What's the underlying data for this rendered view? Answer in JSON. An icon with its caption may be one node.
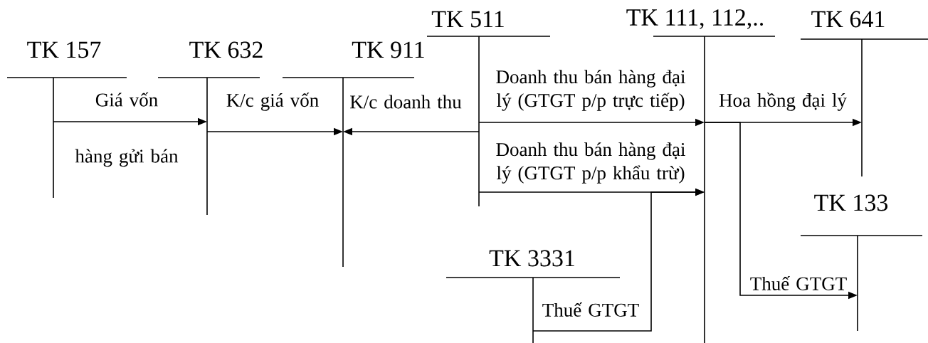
{
  "diagram": {
    "nodes": [
      {
        "text": [
          "TK 157"
        ]
      },
      {
        "text": [
          "TK 632"
        ]
      },
      {
        "text": [
          "TK 911"
        ]
      },
      {
        "text": [
          "TK 511"
        ]
      },
      {
        "text": [
          "TK 111, 112,.."
        ]
      },
      {
        "text": [
          "TK 641"
        ]
      },
      {
        "text": [
          "TK 133"
        ]
      },
      {
        "text": [
          "TK 3331"
        ]
      }
    ],
    "edges": [
      {
        "from": 0,
        "to": 1,
        "arrow": "to",
        "label": "Giá vốn hàng gửi bán"
      },
      {
        "from": 1,
        "to": 2,
        "arrow": "to",
        "label": "K/c giá vốn"
      },
      {
        "from": 3,
        "to": 2,
        "arrow": "to",
        "label": "K/c doanh thu"
      },
      {
        "from": 3,
        "to": 4,
        "arrow": "to",
        "label": "Doanh thu bán hàng đại lý (GTGT p/p trực tiếp)"
      },
      {
        "from": 3,
        "to": 4,
        "arrow": "to",
        "label": "Doanh thu bán hàng đại lý (GTGT p/p khẩu trừ)"
      },
      {
        "from": 7,
        "to": 4,
        "arrow": "to",
        "label": "Thuế GTGT"
      },
      {
        "from": 4,
        "to": 5,
        "arrow": "to",
        "label": "Hoa hồng đại lý"
      },
      {
        "from": 4,
        "to": 6,
        "arrow": "to",
        "label": "Thuế GTGT"
      }
    ]
  }
}
